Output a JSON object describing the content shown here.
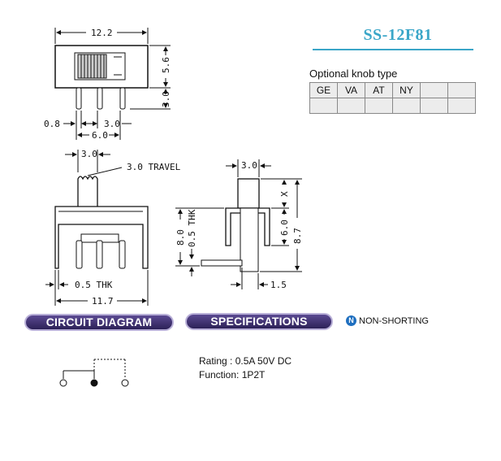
{
  "title": "SS-12F81",
  "knob_section": {
    "title": "Optional knob type",
    "options": [
      "GE",
      "VA",
      "AT",
      "NY",
      "",
      ""
    ]
  },
  "dimensions": {
    "top_view": {
      "width": "12.2",
      "height": "5.6",
      "pin_length": "3.0",
      "pin_width": "0.8",
      "pin_pitch": "3.0",
      "pin_span": "6.0"
    },
    "front_view": {
      "knob_width": "3.0",
      "travel": "3.0 TRAVEL",
      "body_height": "8.0",
      "thickness": "0.5 THK",
      "bottom_thk": "0.5 THK",
      "overall_width": "11.7"
    },
    "side_view": {
      "knob_width": "3.0",
      "knob_height": "X",
      "body_height": "6.0",
      "overall_height": "8.7",
      "lead_length": "1.5"
    }
  },
  "sections": {
    "circuit_label": "CIRCUIT DIAGRAM",
    "specs_label": "SPECIFICATIONS",
    "non_shorting": "NON-SHORTING",
    "non_shorting_icon": "N"
  },
  "specifications": {
    "rating": "Rating : 0.5A 50V DC",
    "function": "Function: 1P2T"
  },
  "colors": {
    "title": "#3aa6c8",
    "pill": "#3a2d6e",
    "non_shorting_icon": "#1f6fbf"
  }
}
